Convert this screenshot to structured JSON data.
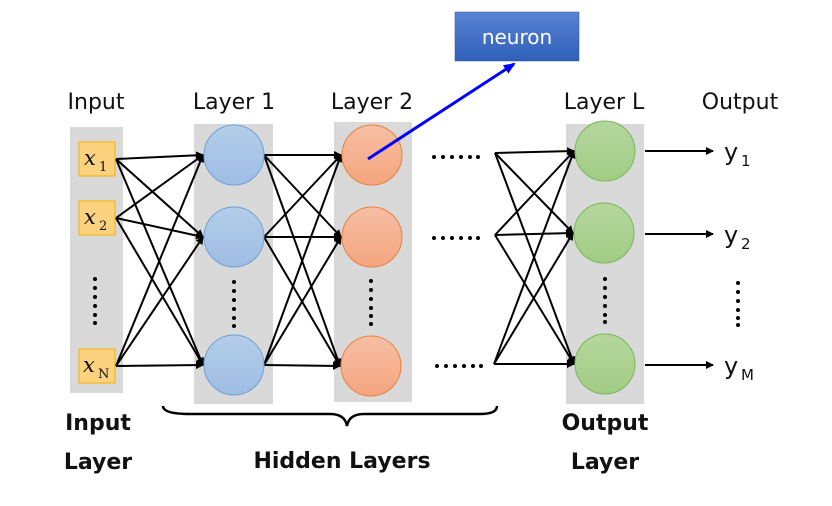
{
  "title": "Feedforward neural network diagram",
  "colors": {
    "panel": "#d9d9d9",
    "input_box_fill": "#fdd27f",
    "input_box_stroke": "#f2b200",
    "layer1_fill": "#a4c2e6",
    "layer1_stroke": "#6fa0d8",
    "layer2_fill": "#f5ad8b",
    "layer2_stroke": "#e8813d",
    "layerL_fill": "#a9d18e",
    "layerL_stroke": "#77b857",
    "edge": "#000000",
    "callout_fill": "#3d6cc4",
    "callout_arrow": "#0000ff"
  },
  "headers": {
    "input": "Input",
    "layer1": "Layer 1",
    "layer2": "Layer 2",
    "layerL": "Layer L",
    "output": "Output"
  },
  "inputs": [
    {
      "var": "x",
      "sub": "1"
    },
    {
      "var": "x",
      "sub": "2"
    },
    {
      "var": "x",
      "sub": "N"
    }
  ],
  "outputs": [
    {
      "var": "y",
      "sub": "1"
    },
    {
      "var": "y",
      "sub": "2"
    },
    {
      "var": "y",
      "sub": "M"
    }
  ],
  "callout": {
    "label": "neuron",
    "points_to": "layer2 neuron 1"
  },
  "ellipsis_horizontal": "......",
  "footer": {
    "input_layer_line1": "Input",
    "input_layer_line2": "Layer",
    "hidden_layers": "Hidden Layers",
    "output_layer_line1": "Output",
    "output_layer_line2": "Layer"
  }
}
